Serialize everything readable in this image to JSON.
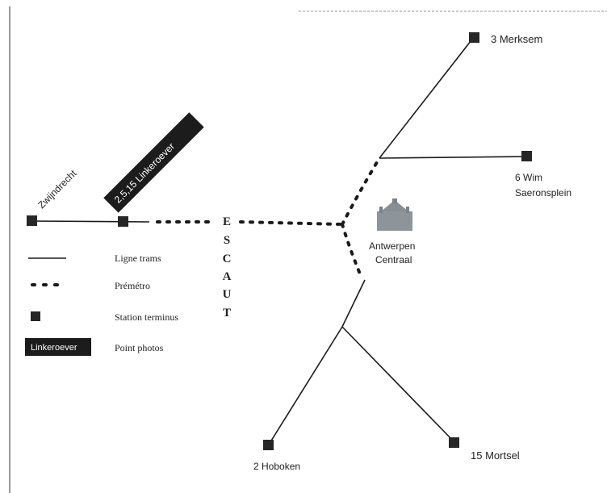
{
  "stations": {
    "merksem": "3  Merksem",
    "wim_line1": "6 Wim",
    "wim_line2": "Saeronsplein",
    "centraal_line1": "Antwerpen",
    "centraal_line2": "Centraal",
    "hoboken": "2 Hoboken",
    "mortsel": "15  Mortsel",
    "zwijndrecht": "Zwijndrecht",
    "linkeroever_tag": "2,5,15 Linkeroever"
  },
  "river": {
    "letters": [
      "E",
      "S",
      "C",
      "A",
      "U",
      "T"
    ]
  },
  "legend": {
    "line_label": "Ligne trams",
    "dotted_label": "Prémétro",
    "square_label": "Station terminus",
    "tag_text": "Linkeroever",
    "tag_label": "Point photos"
  },
  "colors": {
    "line": "#1a1a1a",
    "station": "#262626",
    "tag_bg": "#1c1c1c",
    "tag_text": "#ffffff",
    "frame": "#555555"
  },
  "icons": {
    "centraal": "station-building-icon"
  }
}
